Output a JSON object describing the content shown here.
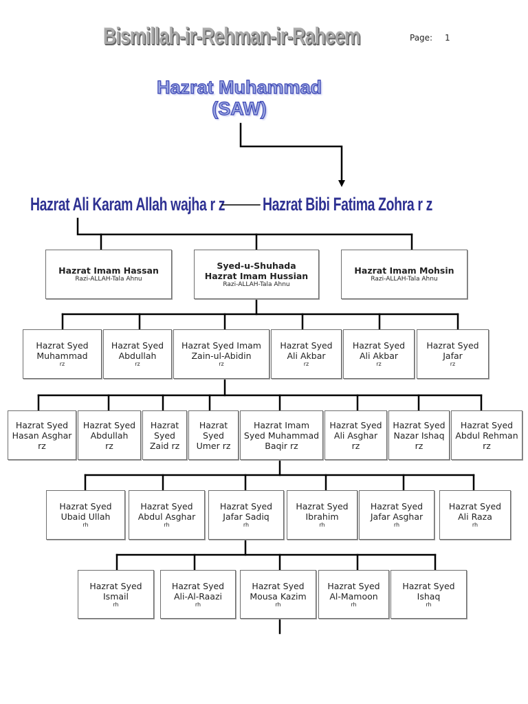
{
  "header": {
    "title": "Bismillah-ir-Rehman-ir-Raheem",
    "page_label": "Page:",
    "page_number": "1"
  },
  "root": {
    "line1": "Hazrat Muhammad",
    "line2": "(SAW)"
  },
  "parents": {
    "left": "Hazrat Ali Karam Allah wajha r z",
    "right": "Hazrat Bibi Fatima Zohra r z"
  },
  "generation1": [
    {
      "lines": [
        "Hazrat Imam Hassan"
      ],
      "honorific": "Razi-ALLAH-Tala Ahnu"
    },
    {
      "lines": [
        "Syed-u-Shuhada",
        "Hazrat Imam Hussian"
      ],
      "honorific": "Razi-ALLAH-Tala Ahnu"
    },
    {
      "lines": [
        "Hazrat Imam Mohsin"
      ],
      "honorific": "Razi-ALLAH-Tala Ahnu"
    }
  ],
  "generation2": [
    {
      "lines": [
        "Hazrat  Syed",
        "Muhammad"
      ],
      "suffix": "rz"
    },
    {
      "lines": [
        "Hazrat Syed",
        "Abdullah"
      ],
      "suffix": "rz"
    },
    {
      "lines": [
        "Hazrat Syed Imam",
        "Zain-ul-Abidin"
      ],
      "suffix": "rz"
    },
    {
      "lines": [
        "Hazrat Syed",
        "Ali Akbar"
      ],
      "suffix": "rz"
    },
    {
      "lines": [
        "Hazrat Syed",
        "Ali Akbar"
      ],
      "suffix": "rz"
    },
    {
      "lines": [
        "Hazrat Syed",
        "Jafar"
      ],
      "suffix": "rz"
    }
  ],
  "generation3": [
    {
      "lines": [
        "Hazrat Syed",
        "Hasan Asghar",
        "rz"
      ]
    },
    {
      "lines": [
        "Hazrat Syed",
        "Abdullah",
        "rz"
      ]
    },
    {
      "lines": [
        "Hazrat",
        "Syed",
        "Zaid rz"
      ]
    },
    {
      "lines": [
        "Hazrat",
        "Syed",
        "Umer rz"
      ]
    },
    {
      "lines": [
        "Hazrat Imam",
        "Syed Muhammad",
        "Baqir rz"
      ]
    },
    {
      "lines": [
        "Hazrat Syed",
        "Ali Asghar",
        "rz"
      ]
    },
    {
      "lines": [
        "Hazrat Syed",
        "Nazar Ishaq",
        "rz"
      ]
    },
    {
      "lines": [
        "Hazrat Syed",
        "Abdul Rehman",
        "rz"
      ]
    }
  ],
  "generation4": [
    {
      "lines": [
        "Hazrat  Syed",
        "Ubaid Ullah"
      ],
      "suffix": "rh"
    },
    {
      "lines": [
        "Hazrat Syed",
        "Abdul Asghar"
      ],
      "suffix": "rh"
    },
    {
      "lines": [
        "Hazrat Syed",
        "Jafar Sadiq"
      ],
      "suffix": "rh"
    },
    {
      "lines": [
        "Hazrat Syed",
        "Ibrahim"
      ],
      "suffix": "rh"
    },
    {
      "lines": [
        "Hazrat Syed",
        "Jafar Asghar"
      ],
      "suffix": "rh"
    },
    {
      "lines": [
        "Hazrat Syed",
        "Ali Raza"
      ],
      "suffix": "rh"
    }
  ],
  "generation5": [
    {
      "lines": [
        "Hazrat  Syed",
        "Ismail"
      ],
      "suffix": "rh"
    },
    {
      "lines": [
        "Hazrat Syed",
        "Ali-Al-Raazi"
      ],
      "suffix": "rh"
    },
    {
      "lines": [
        "Hazrat Syed",
        "Mousa Kazim"
      ],
      "suffix": "rh"
    },
    {
      "lines": [
        "Hazrat Syed",
        "Al-Mamoon"
      ],
      "suffix": "rh"
    },
    {
      "lines": [
        "Hazrat Syed",
        "Ishaq"
      ],
      "suffix": "rh"
    }
  ],
  "colors": {
    "parent_text": "#2e3192",
    "root_fill": "#9aa6e0",
    "root_stroke": "#3c46b4",
    "header_text": "#a9a9a9",
    "connector": "#000000",
    "box_border": "#6e6e6e"
  }
}
